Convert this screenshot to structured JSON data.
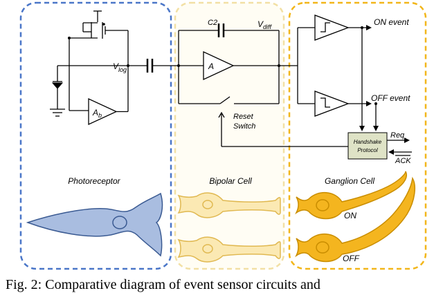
{
  "sections": {
    "photoreceptor": {
      "label": "Photoreceptor",
      "border_color": "#4a76c8",
      "fill": "#a9bde0"
    },
    "bipolar": {
      "label": "Bipolar Cell",
      "border_color": "#f2e0a4",
      "fill": "#fbe9b3"
    },
    "ganglion": {
      "label": "Ganglion Cell",
      "border_color": "#f2b61a",
      "fill": "#f4b51f"
    }
  },
  "circuit": {
    "v_log": "V",
    "v_log_sub": "log",
    "c2": "C2",
    "v_diff": "V",
    "v_diff_sub": "diff",
    "amp_a": "A",
    "amp_ab": "A",
    "amp_ab_sub": "b",
    "on_event": "ON event",
    "off_event": "OFF event",
    "reset_line1": "Reset",
    "reset_line2": "Switch",
    "handshake_line1": "Handshake",
    "handshake_line2": "Protocol",
    "req": "Req",
    "ack": "ACK"
  },
  "cells": {
    "on_label": "ON",
    "off_label": "OFF"
  },
  "caption": "Fig. 2: Comparative diagram of event sensor circuits and"
}
